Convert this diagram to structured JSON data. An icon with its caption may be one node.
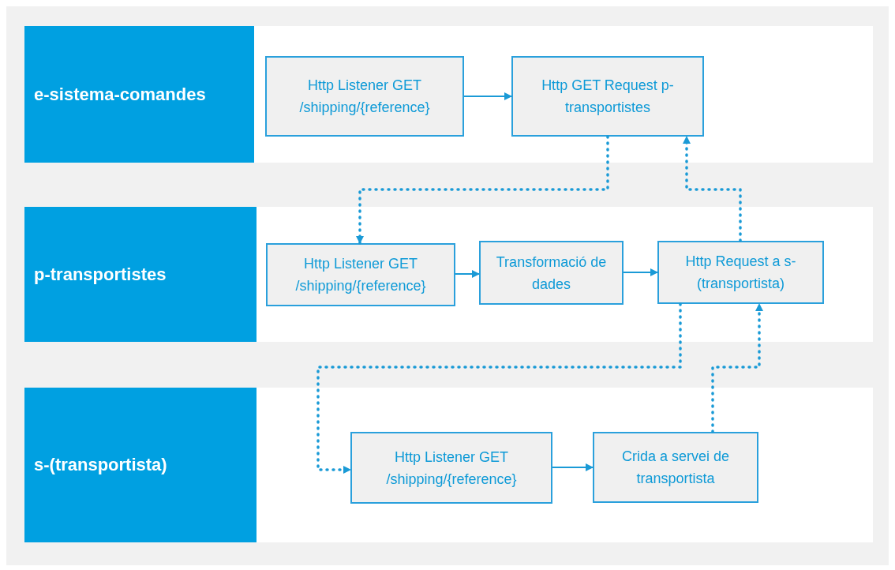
{
  "diagram": {
    "nodes": [
      {
        "text": [
          "e-sistema-comandes"
        ]
      },
      {
        "text": [
          "Http Listener GET /shipping/{reference}"
        ],
        "in": 0
      },
      {
        "text": [
          "Http GET Request p-transportistes"
        ],
        "in": 0
      },
      {
        "text": [
          "p-transportistes"
        ]
      },
      {
        "text": [
          "Http Listener GET /shipping/{reference}"
        ],
        "in": 3
      },
      {
        "text": [
          "Transformació de dades"
        ],
        "in": 3
      },
      {
        "text": [
          "Http Request a s-(transportista)"
        ],
        "in": 3
      },
      {
        "text": [
          "s-(transportista)"
        ]
      },
      {
        "text": [
          "Http Listener GET /shipping/{reference}"
        ],
        "in": 7
      },
      {
        "text": [
          "Crida a servei de transportista"
        ],
        "in": 7
      }
    ],
    "edges": [
      {
        "from": 1,
        "to": 2,
        "arrow": "to"
      },
      {
        "from": 2,
        "to": 4,
        "arrow": "to",
        "style": "dashed"
      },
      {
        "from": 4,
        "to": 5,
        "arrow": "to"
      },
      {
        "from": 5,
        "to": 6,
        "arrow": "to"
      },
      {
        "from": 6,
        "to": 2,
        "arrow": "to",
        "style": "dashed"
      },
      {
        "from": 6,
        "to": 8,
        "arrow": "to",
        "style": "dashed"
      },
      {
        "from": 8,
        "to": 9,
        "arrow": "to"
      },
      {
        "from": 9,
        "to": 6,
        "arrow": "to",
        "style": "dashed"
      }
    ]
  }
}
